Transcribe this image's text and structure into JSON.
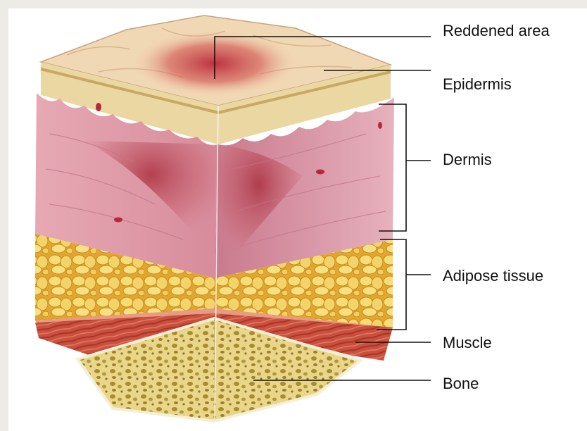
{
  "labels": {
    "reddened_area": "Reddened area",
    "epidermis": "Epidermis",
    "dermis": "Dermis",
    "adipose_tissue": "Adipose tissue",
    "muscle": "Muscle",
    "bone": "Bone"
  },
  "colors": {
    "skin_surface": "#f1d8b5",
    "epidermis": "#e8d49a",
    "dermis": "#d98ea0",
    "redness": "#b8283a",
    "adipose": "#f0c84a",
    "muscle": "#c9503e",
    "bone": "#e8d98e",
    "line": "#111111"
  }
}
